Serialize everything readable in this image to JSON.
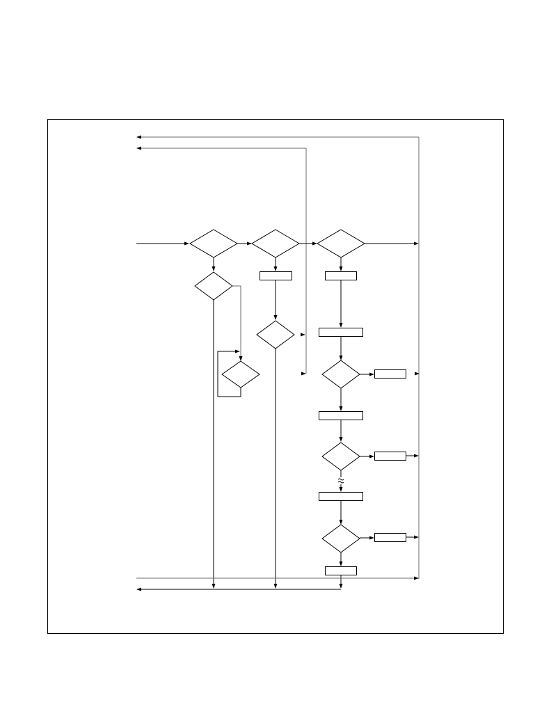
{
  "diagram": {
    "type": "flowchart",
    "text_labels": [],
    "colors": {
      "line": "#000000",
      "secondary_line": "#6b6b6b",
      "background": "#ffffff"
    },
    "shapes": {
      "decisions": 9,
      "process_boxes": 9
    },
    "markers": [
      "break-symbol"
    ]
  }
}
